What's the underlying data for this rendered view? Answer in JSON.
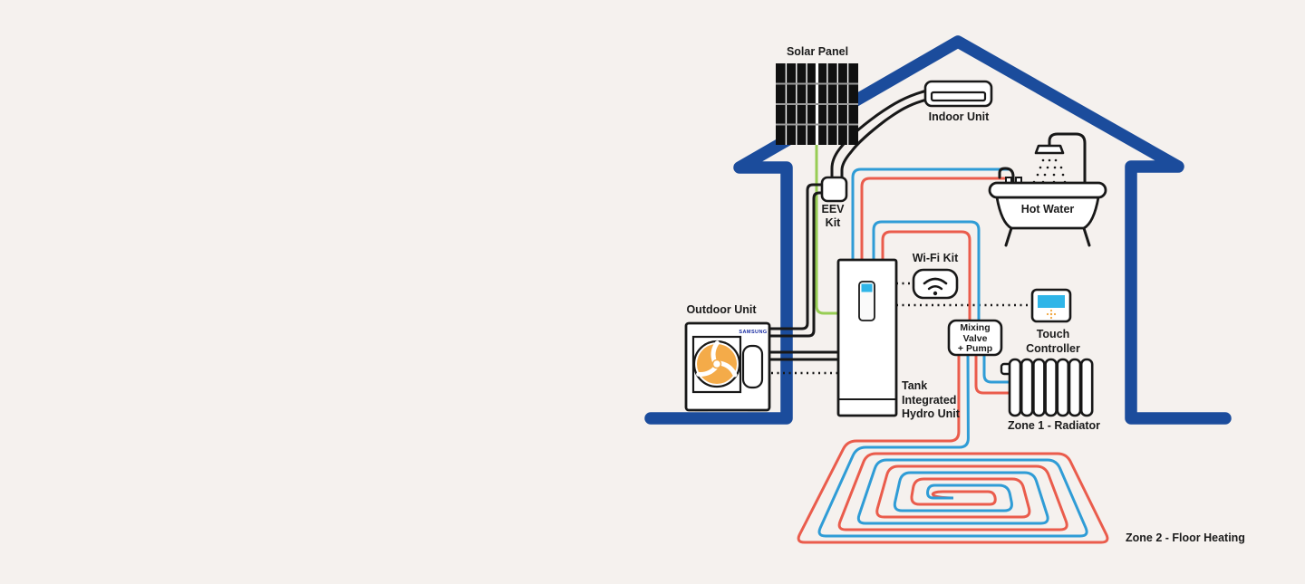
{
  "page": {
    "background": "#f5f1ee",
    "description": "Samsung home heating system diagram"
  },
  "colors": {
    "house_outline": "#1b4c9c",
    "pipe_hot": "#ea5c4c",
    "pipe_cold": "#2f9cd6",
    "pv_cable_green": "#97cd54",
    "fan_orange": "#f4ab49",
    "screen_cyan": "#2fb5e8",
    "samsung_blue": "#1428a0",
    "line_ink": "#181818",
    "controller_dots_orange": "#f0a63f"
  },
  "labels": {
    "solar_panel": "Solar Panel",
    "indoor_unit": "Indoor Unit",
    "eev_kit": "EEV\nKit",
    "hot_water": "Hot Water",
    "wifi_kit": "Wi-Fi Kit",
    "outdoor_unit": "Outdoor Unit",
    "samsung_logo": "SAMSUNG",
    "touch_controller": "Touch\nController",
    "tank": "Tank\nIntegrated\nHydro Unit",
    "mixing_valve": "Mixing\nValve\n+ Pump",
    "zone1": "Zone 1 - Radiator",
    "zone2": "Zone 2 - Floor Heating"
  }
}
